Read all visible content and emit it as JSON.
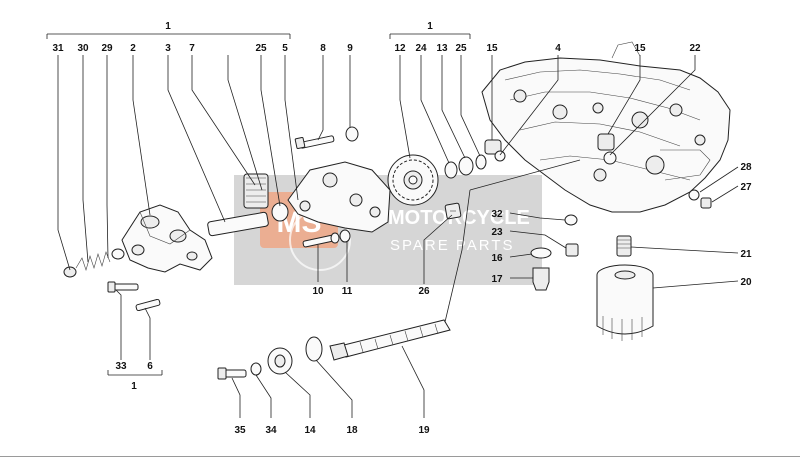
{
  "watermark": {
    "badge": "MS",
    "line1": "MOTORCYCLE",
    "line2": "SPARE PARTS",
    "badge_color": "#e8a080",
    "box_color": "#cfcfcf"
  },
  "group_labels": [
    "1",
    "1",
    "1"
  ],
  "callouts": [
    "31",
    "30",
    "29",
    "2",
    "3",
    "7",
    "25",
    "5",
    "8",
    "9",
    "12",
    "24",
    "13",
    "25",
    "15",
    "4",
    "15",
    "22",
    "28",
    "27",
    "32",
    "23",
    "16",
    "17",
    "21",
    "20",
    "26",
    "10",
    "11",
    "33",
    "6",
    "35",
    "34",
    "14",
    "18",
    "19"
  ]
}
